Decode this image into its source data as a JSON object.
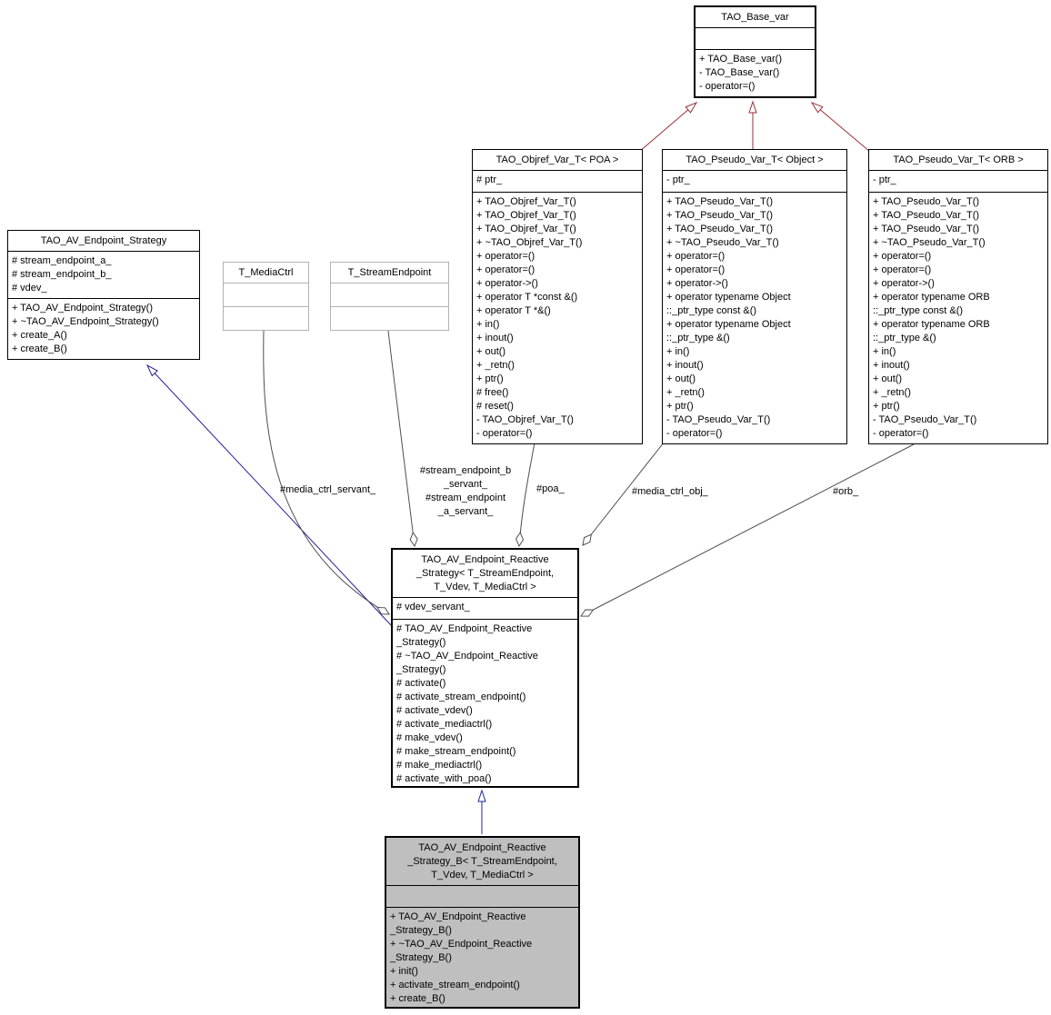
{
  "colors": {
    "inheritance_red": "#9b3134",
    "inheritance_blue": "#24249c",
    "aggregation_gray": "#4d4d4d",
    "current_class_fill": "#bfbfbf",
    "template_border_gray": "#b2b2b2",
    "box_fill": "#ffffff"
  },
  "edge_labels": {
    "media_ctrl_servant": "#media_ctrl_servant_",
    "stream_endpoint_servant_lines": [
      "#stream_endpoint_b",
      "_servant_",
      "#stream_endpoint",
      "_a_servant_"
    ],
    "poa": "#poa_",
    "media_ctrl_obj": "#media_ctrl_obj_",
    "orb": "#orb_"
  },
  "classes": {
    "tao_base_var": {
      "title_lines": [
        "TAO_Base_var"
      ],
      "attributes": [],
      "methods": [
        "+ TAO_Base_var()",
        "- TAO_Base_var()",
        "- operator=()"
      ]
    },
    "av_endpoint_strategy": {
      "title_lines": [
        "TAO_AV_Endpoint_Strategy"
      ],
      "attributes": [
        "# stream_endpoint_a_",
        "# stream_endpoint_b_",
        "# vdev_"
      ],
      "methods": [
        "+ TAO_AV_Endpoint_Strategy()",
        "+ ~TAO_AV_Endpoint_Strategy()",
        "+ create_A()",
        "+ create_B()"
      ]
    },
    "t_mediactrl": {
      "title_lines": [
        "T_MediaCtrl"
      ],
      "attributes": [],
      "methods": []
    },
    "t_streamendpoint": {
      "title_lines": [
        "T_StreamEndpoint"
      ],
      "attributes": [],
      "methods": []
    },
    "objref_var_poa": {
      "title_lines": [
        "TAO_Objref_Var_T< POA >"
      ],
      "attributes": [
        "# ptr_"
      ],
      "methods": [
        "+ TAO_Objref_Var_T()",
        "+ TAO_Objref_Var_T()",
        "+ TAO_Objref_Var_T()",
        "+ ~TAO_Objref_Var_T()",
        "+ operator=()",
        "+ operator=()",
        "+ operator->()",
        "+ operator T *const &()",
        "+ operator T *&()",
        "+ in()",
        "+ inout()",
        "+ out()",
        "+ _retn()",
        "+ ptr()",
        "# free()",
        "# reset()",
        "- TAO_Objref_Var_T()",
        "- operator=()"
      ]
    },
    "pseudo_var_object": {
      "title_lines": [
        "TAO_Pseudo_Var_T< Object >"
      ],
      "attributes": [
        "- ptr_"
      ],
      "methods": [
        "+ TAO_Pseudo_Var_T()",
        "+ TAO_Pseudo_Var_T()",
        "+ TAO_Pseudo_Var_T()",
        "+ ~TAO_Pseudo_Var_T()",
        "+ operator=()",
        "+ operator=()",
        "+ operator->()",
        "+ operator typename Object",
        "::_ptr_type const &()",
        "+ operator typename Object",
        "::_ptr_type &()",
        "+ in()",
        "+ inout()",
        "+ out()",
        "+ _retn()",
        "+ ptr()",
        "- TAO_Pseudo_Var_T()",
        "- operator=()"
      ]
    },
    "pseudo_var_orb": {
      "title_lines": [
        "TAO_Pseudo_Var_T< ORB >"
      ],
      "attributes": [
        "- ptr_"
      ],
      "methods": [
        "+ TAO_Pseudo_Var_T()",
        "+ TAO_Pseudo_Var_T()",
        "+ TAO_Pseudo_Var_T()",
        "+ ~TAO_Pseudo_Var_T()",
        "+ operator=()",
        "+ operator=()",
        "+ operator->()",
        "+ operator typename ORB",
        "::_ptr_type const &()",
        "+ operator typename ORB",
        "::_ptr_type &()",
        "+ in()",
        "+ inout()",
        "+ out()",
        "+ _retn()",
        "+ ptr()",
        "- TAO_Pseudo_Var_T()",
        "- operator=()"
      ]
    },
    "reactive_strategy": {
      "title_lines": [
        "TAO_AV_Endpoint_Reactive",
        "_Strategy< T_StreamEndpoint,",
        "T_Vdev, T_MediaCtrl >"
      ],
      "attributes": [
        "# vdev_servant_"
      ],
      "methods": [
        "# TAO_AV_Endpoint_Reactive",
        "_Strategy()",
        "# ~TAO_AV_Endpoint_Reactive",
        "_Strategy()",
        "# activate()",
        "# activate_stream_endpoint()",
        "# activate_vdev()",
        "# activate_mediactrl()",
        "# make_vdev()",
        "# make_stream_endpoint()",
        "# make_mediactrl()",
        "# activate_with_poa()"
      ]
    },
    "reactive_strategy_b": {
      "title_lines": [
        "TAO_AV_Endpoint_Reactive",
        "_Strategy_B< T_StreamEndpoint,",
        "T_Vdev, T_MediaCtrl >"
      ],
      "attributes": [],
      "methods": [
        "+ TAO_AV_Endpoint_Reactive",
        "_Strategy_B()",
        "+ ~TAO_AV_Endpoint_Reactive",
        "_Strategy_B()",
        "+ init()",
        "+ activate_stream_endpoint()",
        "+ create_B()"
      ]
    }
  }
}
